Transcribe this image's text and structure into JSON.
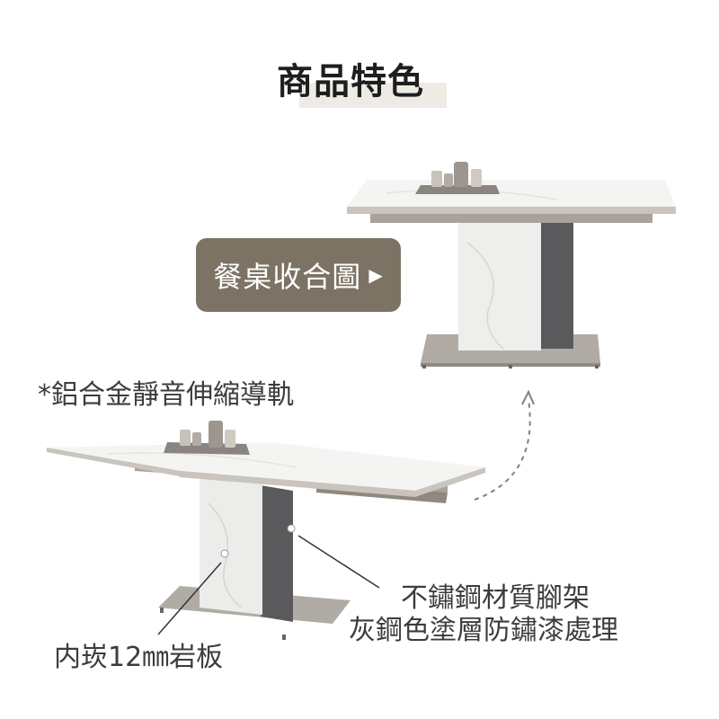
{
  "header": {
    "title": "商品特色"
  },
  "badge": {
    "label": "餐桌收合圖",
    "arrow_icon": "play-triangle-icon"
  },
  "annotations": {
    "rail": "*鋁合金靜音伸縮導軌",
    "leg_line1": "不鏽鋼材質腳架",
    "leg_line2": "灰鋼色塗層防鏽漆處理",
    "slab": "内崁12㎜岩板"
  },
  "colors": {
    "badge": "#7c7364",
    "title_highlight": "#eeebe4",
    "frame": "#a8a29a",
    "leg_dark": "#5a5a5c"
  }
}
